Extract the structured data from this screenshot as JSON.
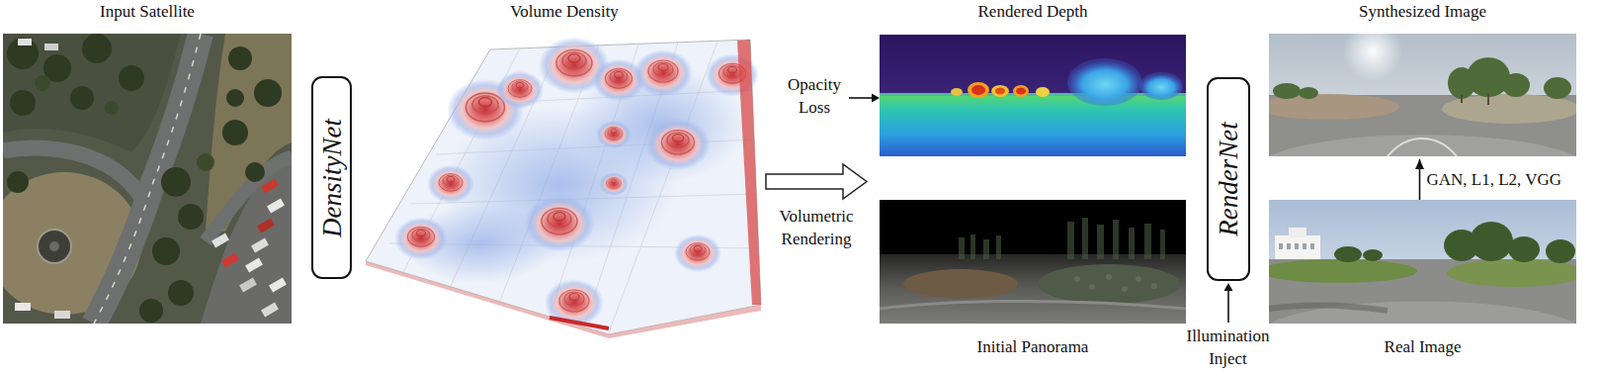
{
  "diagram": {
    "nodes": [
      {
        "text": [
          "Input Satellite"
        ]
      },
      {
        "text": [
          "DensityNet"
        ]
      },
      {
        "text": [
          "Volume Density"
        ]
      },
      {
        "text": [
          "Rendered Depth"
        ]
      },
      {
        "text": [
          "Initial Panorama"
        ]
      },
      {
        "text": [
          "RenderNet"
        ]
      },
      {
        "text": [
          "Synthesized Image"
        ]
      },
      {
        "text": [
          "Real Image"
        ]
      }
    ],
    "edges": [
      {
        "from": 7,
        "to": 6,
        "arrow": "to",
        "label": "GAN, L1, L2, VGG"
      }
    ],
    "labels": [
      "Opacity Loss",
      "Volumetric Rendering",
      "Illumination Inject"
    ]
  }
}
